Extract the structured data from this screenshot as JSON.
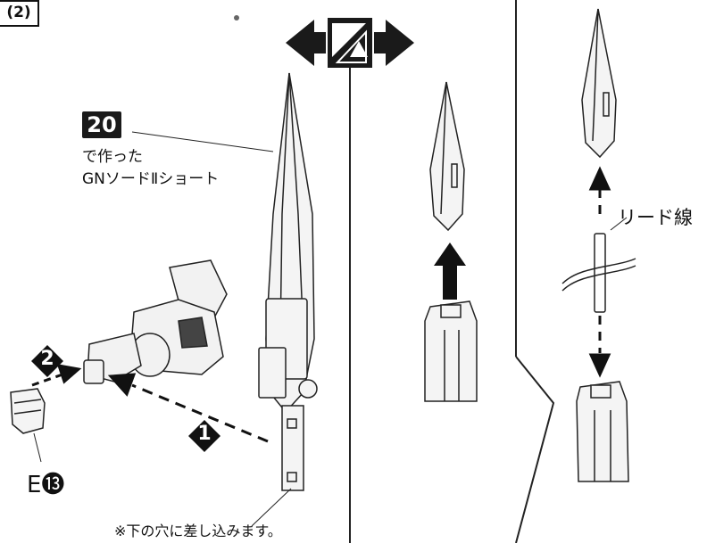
{
  "step": {
    "label": "(2)"
  },
  "reference": {
    "number": "20",
    "line1": "で作った",
    "line2": "GNソードⅡショート"
  },
  "steps": [
    {
      "id": "1",
      "glyph": "❶"
    },
    {
      "id": "2",
      "glyph": "❷"
    }
  ],
  "part": {
    "label": "E⓭"
  },
  "notes": {
    "bottom": "※下の穴に差し込みます。",
    "lead_wire": "リード線"
  },
  "colors": {
    "ink": "#111111",
    "background": "#ffffff"
  }
}
